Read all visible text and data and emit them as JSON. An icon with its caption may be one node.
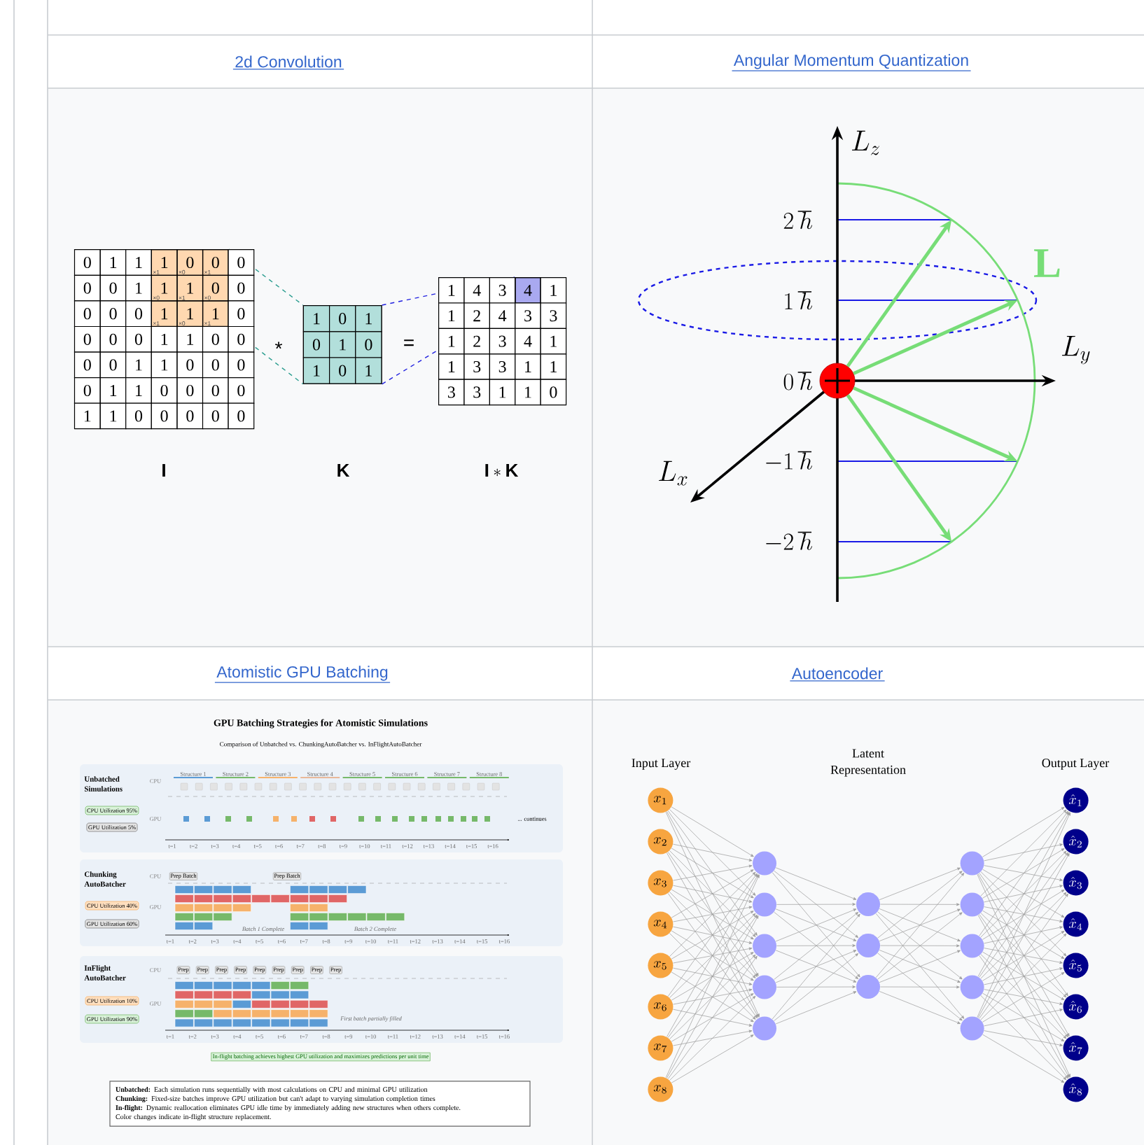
{
  "diagram": {
    "nodes": [
      {
        "text": [],
        "shape": "circle"
      },
      {
        "text": [
          "CPU Utilization 95%"
        ]
      },
      {
        "text": [
          "GPU Utilization 5%"
        ]
      },
      {
        "text": [
          "CPU Utilization 40%"
        ]
      },
      {
        "text": [
          "GPU Utilization 60%"
        ]
      },
      {
        "text": [
          "CPU Utilization 10%"
        ]
      },
      {
        "text": [
          "GPU Utilization 90%"
        ]
      },
      {
        "text": [
          "Prep Batch"
        ]
      },
      {
        "text": [
          "Prep Batch"
        ]
      },
      {
        "text": [
          "Prep"
        ]
      },
      {
        "text": [
          "Prep"
        ]
      },
      {
        "text": [
          "Prep"
        ]
      },
      {
        "text": [
          "Prep"
        ]
      },
      {
        "text": [
          "Prep"
        ]
      },
      {
        "text": [
          "Prep"
        ]
      },
      {
        "text": [
          "Prep"
        ]
      },
      {
        "text": [
          "Prep"
        ]
      },
      {
        "text": [
          "Prep"
        ]
      },
      {
        "text": [
          "In-flight batching achieves highest GPU utilization and maximizes predictions per unit time"
        ]
      },
      {
        "text": [
          "**Unbatched:** Each simulation runs sequentially with most calculations on CPU and minimal GPU utilization",
          "**Chunking:** Fixed-size batches improve GPU utilization but can't adapt to varying simulation completion times",
          "**In-flight:** Dynamic reallocation eliminates GPU idle time by immediately adding new structures when others complete.",
          "Color changes indicate in-flight structure replacement."
        ]
      },
      {
        "text": [
          "x_1"
        ]
      },
      {
        "text": [
          "x_2"
        ]
      },
      {
        "text": [
          "x_3"
        ]
      },
      {
        "text": [
          "x_4"
        ]
      },
      {
        "text": [
          "x_5"
        ]
      },
      {
        "text": [
          "x_6"
        ]
      },
      {
        "text": [
          "x_7"
        ]
      },
      {
        "text": [
          "x_8"
        ]
      },
      {
        "text": [],
        "shape": "circle"
      },
      {
        "text": [],
        "shape": "circle"
      },
      {
        "text": [],
        "shape": "circle"
      },
      {
        "text": [],
        "shape": "circle"
      },
      {
        "text": [],
        "shape": "circle"
      },
      {
        "text": [],
        "shape": "circle"
      },
      {
        "text": [],
        "shape": "circle"
      },
      {
        "text": [],
        "shape": "circle"
      },
      {
        "text": [],
        "shape": "circle"
      },
      {
        "text": [],
        "shape": "circle"
      },
      {
        "text": [],
        "shape": "circle"
      },
      {
        "text": [],
        "shape": "circle"
      },
      {
        "text": [],
        "shape": "circle"
      },
      {
        "text": [
          "\\hat{x}_1"
        ]
      },
      {
        "text": [
          "\\hat{x}_2"
        ]
      },
      {
        "text": [
          "\\hat{x}_3"
        ]
      },
      {
        "text": [
          "\\hat{x}_4"
        ]
      },
      {
        "text": [
          "\\hat{x}_5"
        ]
      },
      {
        "text": [
          "\\hat{x}_6"
        ]
      },
      {
        "text": [
          "\\hat{x}_7"
        ]
      },
      {
        "text": [
          "\\hat{x}_8"
        ]
      },
      {
        "text": [],
        "shape": "box"
      },
      {
        "text": [],
        "shape": "box"
      },
      {
        "text": [],
        "shape": "box"
      }
    ],
    "edges": [
      {
        "from": 0,
        "to": null,
        "arrow": "to",
        "style": "thick",
        "color": "#77dd77"
      },
      {
        "from": 0,
        "to": null,
        "arrow": "to",
        "style": "thick",
        "color": "#77dd77"
      },
      {
        "from": 0,
        "to": null,
        "arrow": "to",
        "style": "thick",
        "color": "#77dd77"
      },
      {
        "from": 0,
        "to": null,
        "arrow": "to",
        "style": "thick",
        "color": "#77dd77"
      },
      {
        "from": 20,
        "to": 28,
        "arrow": "to"
      },
      {
        "from": 20,
        "to": 29,
        "arrow": "to"
      },
      {
        "from": 20,
        "to": 30,
        "arrow": "to"
      },
      {
        "from": 20,
        "to": 31,
        "arrow": "to"
      },
      {
        "from": 20,
        "to": 32,
        "arrow": "to"
      },
      {
        "from": 21,
        "to": 28,
        "arrow": "to"
      },
      {
        "from": 21,
        "to": 29,
        "arrow": "to"
      },
      {
        "from": 21,
        "to": 30,
        "arrow": "to"
      },
      {
        "from": 21,
        "to": 31,
        "arrow": "to"
      },
      {
        "from": 21,
        "to": 32,
        "arrow": "to"
      },
      {
        "from": 22,
        "to": 28,
        "arrow": "to"
      },
      {
        "from": 22,
        "to": 29,
        "arrow": "to"
      },
      {
        "from": 22,
        "to": 30,
        "arrow": "to"
      },
      {
        "from": 22,
        "to": 31,
        "arrow": "to"
      },
      {
        "from": 22,
        "to": 32,
        "arrow": "to"
      },
      {
        "from": 23,
        "to": 28,
        "arrow": "to"
      },
      {
        "from": 23,
        "to": 29,
        "arrow": "to"
      },
      {
        "from": 23,
        "to": 30,
        "arrow": "to"
      },
      {
        "from": 23,
        "to": 31,
        "arrow": "to"
      },
      {
        "from": 23,
        "to": 32,
        "arrow": "to"
      },
      {
        "from": 24,
        "to": 28,
        "arrow": "to"
      },
      {
        "from": 24,
        "to": 29,
        "arrow": "to"
      },
      {
        "from": 24,
        "to": 30,
        "arrow": "to"
      },
      {
        "from": 24,
        "to": 31,
        "arrow": "to"
      },
      {
        "from": 24,
        "to": 32,
        "arrow": "to"
      },
      {
        "from": 25,
        "to": 28,
        "arrow": "to"
      },
      {
        "from": 25,
        "to": 29,
        "arrow": "to"
      },
      {
        "from": 25,
        "to": 30,
        "arrow": "to"
      },
      {
        "from": 25,
        "to": 31,
        "arrow": "to"
      },
      {
        "from": 25,
        "to": 32,
        "arrow": "to"
      },
      {
        "from": 26,
        "to": 28,
        "arrow": "to"
      },
      {
        "from": 26,
        "to": 29,
        "arrow": "to"
      },
      {
        "from": 26,
        "to": 30,
        "arrow": "to"
      },
      {
        "from": 26,
        "to": 31,
        "arrow": "to"
      },
      {
        "from": 26,
        "to": 32,
        "arrow": "to"
      },
      {
        "from": 27,
        "to": 28,
        "arrow": "to"
      },
      {
        "from": 27,
        "to": 29,
        "arrow": "to"
      },
      {
        "from": 27,
        "to": 30,
        "arrow": "to"
      },
      {
        "from": 27,
        "to": 31,
        "arrow": "to"
      },
      {
        "from": 27,
        "to": 32,
        "arrow": "to"
      },
      {
        "from": 28,
        "to": 33,
        "arrow": "to"
      },
      {
        "from": 28,
        "to": 34,
        "arrow": "to"
      },
      {
        "from": 28,
        "to": 35,
        "arrow": "to"
      },
      {
        "from": 29,
        "to": 33,
        "arrow": "to"
      },
      {
        "from": 29,
        "to": 34,
        "arrow": "to"
      },
      {
        "from": 29,
        "to": 35,
        "arrow": "to"
      },
      {
        "from": 30,
        "to": 33,
        "arrow": "to"
      },
      {
        "from": 30,
        "to": 34,
        "arrow": "to"
      },
      {
        "from": 30,
        "to": 35,
        "arrow": "to"
      },
      {
        "from": 31,
        "to": 33,
        "arrow": "to"
      },
      {
        "from": 31,
        "to": 34,
        "arrow": "to"
      },
      {
        "from": 31,
        "to": 35,
        "arrow": "to"
      },
      {
        "from": 32,
        "to": 33,
        "arrow": "to"
      },
      {
        "from": 32,
        "to": 34,
        "arrow": "to"
      },
      {
        "from": 32,
        "to": 35,
        "arrow": "to"
      },
      {
        "from": 33,
        "to": 36,
        "arrow": "to"
      },
      {
        "from": 33,
        "to": 37,
        "arrow": "to"
      },
      {
        "from": 33,
        "to": 38,
        "arrow": "to"
      },
      {
        "from": 33,
        "to": 39,
        "arrow": "to"
      },
      {
        "from": 33,
        "to": 40,
        "arrow": "to"
      },
      {
        "from": 34,
        "to": 36,
        "arrow": "to"
      },
      {
        "from": 34,
        "to": 37,
        "arrow": "to"
      },
      {
        "from": 34,
        "to": 38,
        "arrow": "to"
      },
      {
        "from": 34,
        "to": 39,
        "arrow": "to"
      },
      {
        "from": 34,
        "to": 40,
        "arrow": "to"
      },
      {
        "from": 35,
        "to": 36,
        "arrow": "to"
      },
      {
        "from": 35,
        "to": 37,
        "arrow": "to"
      },
      {
        "from": 35,
        "to": 38,
        "arrow": "to"
      },
      {
        "from": 35,
        "to": 39,
        "arrow": "to"
      },
      {
        "from": 35,
        "to": 40,
        "arrow": "to"
      },
      {
        "from": 36,
        "to": 41,
        "arrow": "to"
      },
      {
        "from": 36,
        "to": 42,
        "arrow": "to"
      },
      {
        "from": 36,
        "to": 43,
        "arrow": "to"
      },
      {
        "from": 36,
        "to": 44,
        "arrow": "to"
      },
      {
        "from": 36,
        "to": 45,
        "arrow": "to"
      },
      {
        "from": 36,
        "to": 46,
        "arrow": "to"
      },
      {
        "from": 36,
        "to": 47,
        "arrow": "to"
      },
      {
        "from": 36,
        "to": 48,
        "arrow": "to"
      },
      {
        "from": 37,
        "to": 41,
        "arrow": "to"
      },
      {
        "from": 37,
        "to": 42,
        "arrow": "to"
      },
      {
        "from": 37,
        "to": 43,
        "arrow": "to"
      },
      {
        "from": 37,
        "to": 44,
        "arrow": "to"
      },
      {
        "from": 37,
        "to": 45,
        "arrow": "to"
      },
      {
        "from": 37,
        "to": 46,
        "arrow": "to"
      },
      {
        "from": 37,
        "to": 47,
        "arrow": "to"
      },
      {
        "from": 37,
        "to": 48,
        "arrow": "to"
      },
      {
        "from": 38,
        "to": 41,
        "arrow": "to"
      },
      {
        "from": 38,
        "to": 42,
        "arrow": "to"
      },
      {
        "from": 38,
        "to": 43,
        "arrow": "to"
      },
      {
        "from": 38,
        "to": 44,
        "arrow": "to"
      },
      {
        "from": 38,
        "to": 45,
        "arrow": "to"
      },
      {
        "from": 38,
        "to": 46,
        "arrow": "to"
      },
      {
        "from": 38,
        "to": 47,
        "arrow": "to"
      },
      {
        "from": 38,
        "to": 48,
        "arrow": "to"
      },
      {
        "from": 39,
        "to": 41,
        "arrow": "to"
      },
      {
        "from": 39,
        "to": 42,
        "arrow": "to"
      },
      {
        "from": 39,
        "to": 43,
        "arrow": "to"
      },
      {
        "from": 39,
        "to": 44,
        "arrow": "to"
      },
      {
        "from": 39,
        "to": 45,
        "arrow": "to"
      },
      {
        "from": 39,
        "to": 46,
        "arrow": "to"
      },
      {
        "from": 39,
        "to": 47,
        "arrow": "to"
      },
      {
        "from": 39,
        "to": 48,
        "arrow": "to"
      },
      {
        "from": 40,
        "to": 41,
        "arrow": "to"
      },
      {
        "from": 40,
        "to": 42,
        "arrow": "to"
      },
      {
        "from": 40,
        "to": 43,
        "arrow": "to"
      },
      {
        "from": 40,
        "to": 44,
        "arrow": "to"
      },
      {
        "from": 40,
        "to": 45,
        "arrow": "to"
      },
      {
        "from": 40,
        "to": 46,
        "arrow": "to"
      },
      {
        "from": 40,
        "to": 47,
        "arrow": "to"
      },
      {
        "from": 40,
        "to": 48,
        "arrow": "to"
      },
      {
        "from": 49,
        "to": 50,
        "arrow": "none",
        "style": "dashed",
        "color": "#2a9d8f"
      },
      {
        "from": 49,
        "to": 50,
        "arrow": "none",
        "style": "dashed",
        "color": "#2a9d8f"
      },
      {
        "from": 50,
        "to": 51,
        "arrow": "none",
        "style": "dashed",
        "color": "#2020e0"
      },
      {
        "from": 50,
        "to": 51,
        "arrow": "none",
        "style": "dashed",
        "color": "#2020e0"
      }
    ],
    "labels": [
      "2d Convolution",
      "Angular Momentum Quantization",
      "0",
      "1",
      "1",
      "1",
      "0",
      "0",
      "0",
      "0",
      "0",
      "1",
      "1",
      "1",
      "0",
      "0",
      "0",
      "0",
      "0",
      "1",
      "1",
      "1",
      "0",
      "0",
      "0",
      "0",
      "1",
      "1",
      "0",
      "0",
      "0",
      "0",
      "1",
      "1",
      "0",
      "0",
      "0",
      "0",
      "1",
      "1",
      "0",
      "0",
      "0",
      "0",
      "1",
      "1",
      "0",
      "0",
      "0",
      "0",
      "0",
      "×1",
      "×0",
      "×1",
      "×0",
      "×1",
      "×0",
      "×1",
      "×0",
      "×1",
      "1",
      "0",
      "1",
      "0",
      "1",
      "0",
      "1",
      "0",
      "1",
      "*",
      "=",
      "1",
      "4",
      "3",
      "4",
      "1",
      "1",
      "2",
      "4",
      "3",
      "3",
      "1",
      "2",
      "3",
      "4",
      "1",
      "1",
      "3",
      "3",
      "1",
      "1",
      "3",
      "3",
      "1",
      "1",
      "0",
      "\\mathbf{I}",
      "\\mathbf{K}",
      "\\mathbf{I} * \\mathbf{K}",
      "L_z",
      "2\\,\\hbar",
      "L",
      "1\\,\\hbar",
      "L_y",
      "0\\,\\hbar",
      "L_x",
      "-1\\,\\hbar",
      "-2\\,\\hbar",
      "Atomistic GPU Batching",
      "Autoencoder",
      "GPU Batching Strategies for Atomistic Simulations",
      "Comparison of Unbatched vs. ChunkingAutoBatcher vs. InFlightAutoBatcher",
      "Structure 1",
      "Structure 2",
      "Structure 3",
      "Structure 4",
      "Structure 5",
      "Structure 6",
      "Structure 7",
      "Structure 8",
      "Unbatched Simulations",
      "CPU",
      "GPU",
      "... continues",
      "t=1",
      "t=2",
      "t=3",
      "t=4",
      "t=5",
      "t=6",
      "t=7",
      "t=8",
      "t=9",
      "t=10",
      "t=11",
      "t=12",
      "t=13",
      "t=14",
      "t=15",
      "t=16",
      "Chunking AutoBatcher",
      "CPU",
      "GPU",
      "Batch 1 Complete",
      "Batch 2 Complete",
      "t=1",
      "t=2",
      "t=3",
      "t=4",
      "t=5",
      "t=6",
      "t=7",
      "t=8",
      "t=9",
      "t=10",
      "t=11",
      "t=12",
      "t=13",
      "t=14",
      "t=15",
      "t=16",
      "InFlight AutoBatcher",
      "CPU",
      "GPU",
      "First batch partially filled",
      "t=1",
      "t=2",
      "t=3",
      "t=4",
      "t=5",
      "t=6",
      "t=7",
      "t=8",
      "t=9",
      "t=10",
      "t=11",
      "t=12",
      "t=13",
      "t=14",
      "t=15",
      "t=16",
      "Input Layer",
      "Latent Representation",
      "Output Layer"
    ]
  }
}
